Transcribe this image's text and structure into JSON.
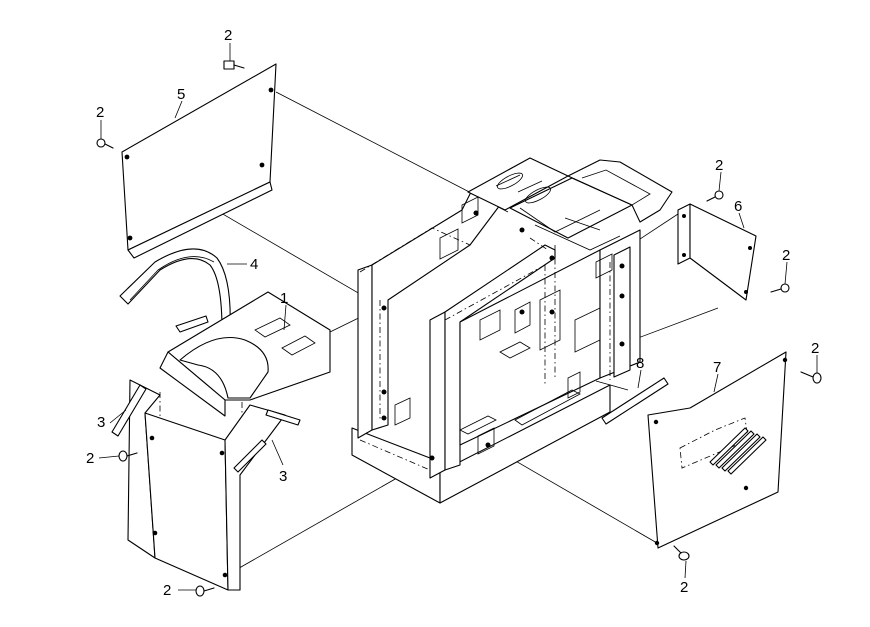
{
  "callouts": {
    "c1": "1",
    "c2a": "2",
    "c2b": "2",
    "c2c": "2",
    "c2d": "2",
    "c2e": "2",
    "c2f": "2",
    "c2g": "2",
    "c2h": "2",
    "c3a": "3",
    "c3b": "3",
    "c4": "4",
    "c5": "5",
    "c6": "6",
    "c7": "7",
    "c8": "8"
  }
}
